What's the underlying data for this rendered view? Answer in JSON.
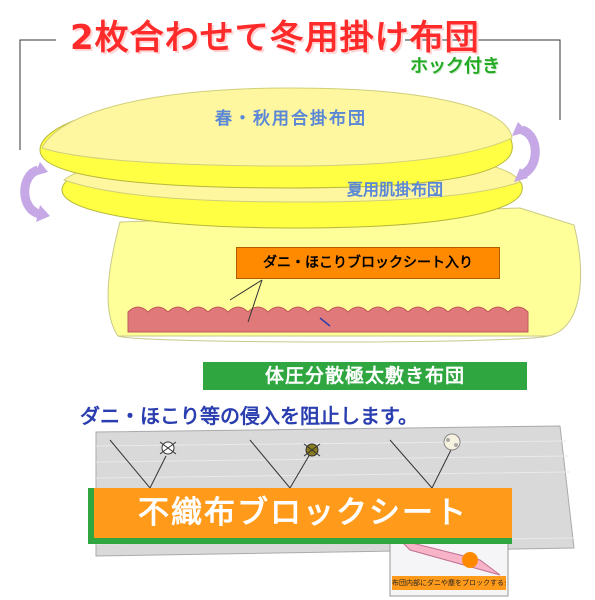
{
  "title": "2枚合わせて冬用掛け布団",
  "hook_label": "ホック付き",
  "layers": {
    "spring_autumn": "春・秋用合掛布団",
    "summer": "夏用肌掛布団"
  },
  "dani_label": "ダニ・ほこりブロックシート入り",
  "mattress_label": "体圧分散極太敷き布団",
  "block_text": "ダニ・ほこり等の侵入を阻止します。",
  "sheet_label": "不織布ブロックシート",
  "inset_label": "布団内部にダニや塵をブロックするシート入り",
  "colors": {
    "title": "#ff2a2a",
    "hook": "#22aa22",
    "layer_text": "#5b88d6",
    "futon_fill": "#ffff99",
    "futon_inner": "#fff6a0",
    "arrow": "#c6a8e6",
    "dani_bg": "#ff8a00",
    "mattress_bg": "#2fa640",
    "sheet_bg": "#ff9a1a",
    "block_text": "#2a3eb0",
    "pink_sheet": "#e07a7a"
  },
  "icons": [
    "rotate-arrow-icon",
    "dust-mite-icon",
    "dust-ball-icon"
  ]
}
